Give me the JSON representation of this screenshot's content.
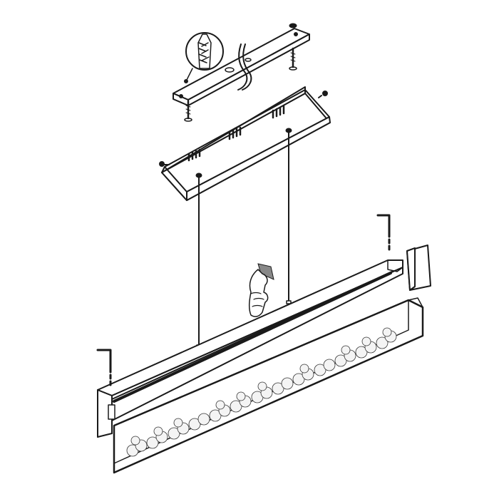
{
  "figure": {
    "kind": "exploded-assembly-diagram",
    "subject": "linear-pendant-light",
    "colors": {
      "line": "#1a1a1a",
      "background": "#ffffff",
      "tab": "#888888"
    },
    "parts": [
      {
        "id": "mounting-bracket",
        "count": 1
      },
      {
        "id": "wall-anchor",
        "count": 1
      },
      {
        "id": "mounting-screw",
        "count": 2
      },
      {
        "id": "supply-wire",
        "count": 1
      },
      {
        "id": "canopy",
        "count": 1
      },
      {
        "id": "canopy-set-screw",
        "count": 2
      },
      {
        "id": "suspension-cable",
        "count": 2
      },
      {
        "id": "lamp-housing",
        "count": 1
      },
      {
        "id": "end-cap",
        "count": 2
      },
      {
        "id": "end-cap-screw",
        "count": 2
      },
      {
        "id": "crystal-diffuser",
        "count": 1
      },
      {
        "id": "hand-pull-tab",
        "count": 1
      }
    ],
    "text_labels": []
  }
}
